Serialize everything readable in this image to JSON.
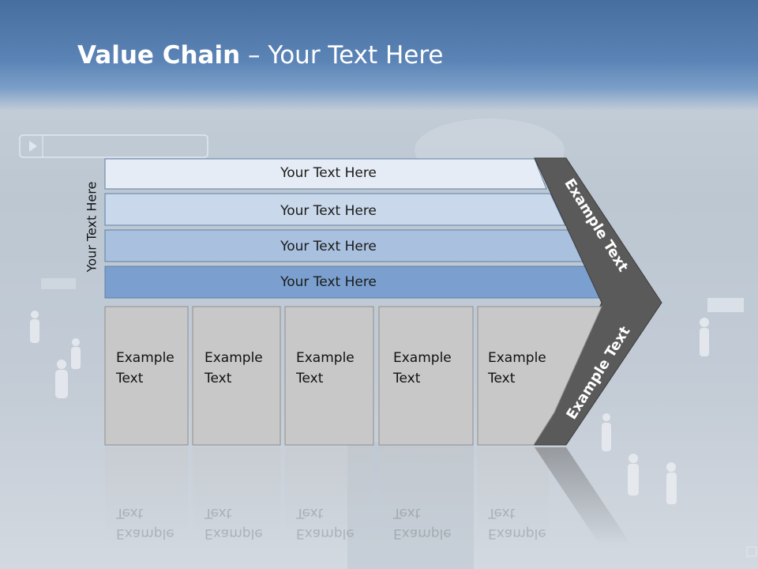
{
  "slide": {
    "title_bold": "Value Chain",
    "title_rest": " – Your Text Here",
    "vertical_label": "Your Text Here",
    "bars": [
      {
        "label": "Your Text Here",
        "fill": "#e6ecf5"
      },
      {
        "label": "Your Text Here",
        "fill": "#c9d8ea"
      },
      {
        "label": "Your Text Here",
        "fill": "#a9c1df"
      },
      {
        "label": "Your Text Here",
        "fill": "#7ba0cf"
      }
    ],
    "boxes": [
      {
        "line1": "Example",
        "line2": "Text"
      },
      {
        "line1": "Example",
        "line2": "Text"
      },
      {
        "line1": "Example",
        "line2": "Text"
      },
      {
        "line1": "Example",
        "line2": "Text"
      },
      {
        "line1": "Example",
        "line2": "Text"
      }
    ],
    "chevron_top_label": "Example Text",
    "chevron_bottom_label": "Example Text",
    "colors": {
      "header": "#5b84b6",
      "box_fill": "#c8c8c8",
      "chevron": "#5a5a5a"
    }
  }
}
